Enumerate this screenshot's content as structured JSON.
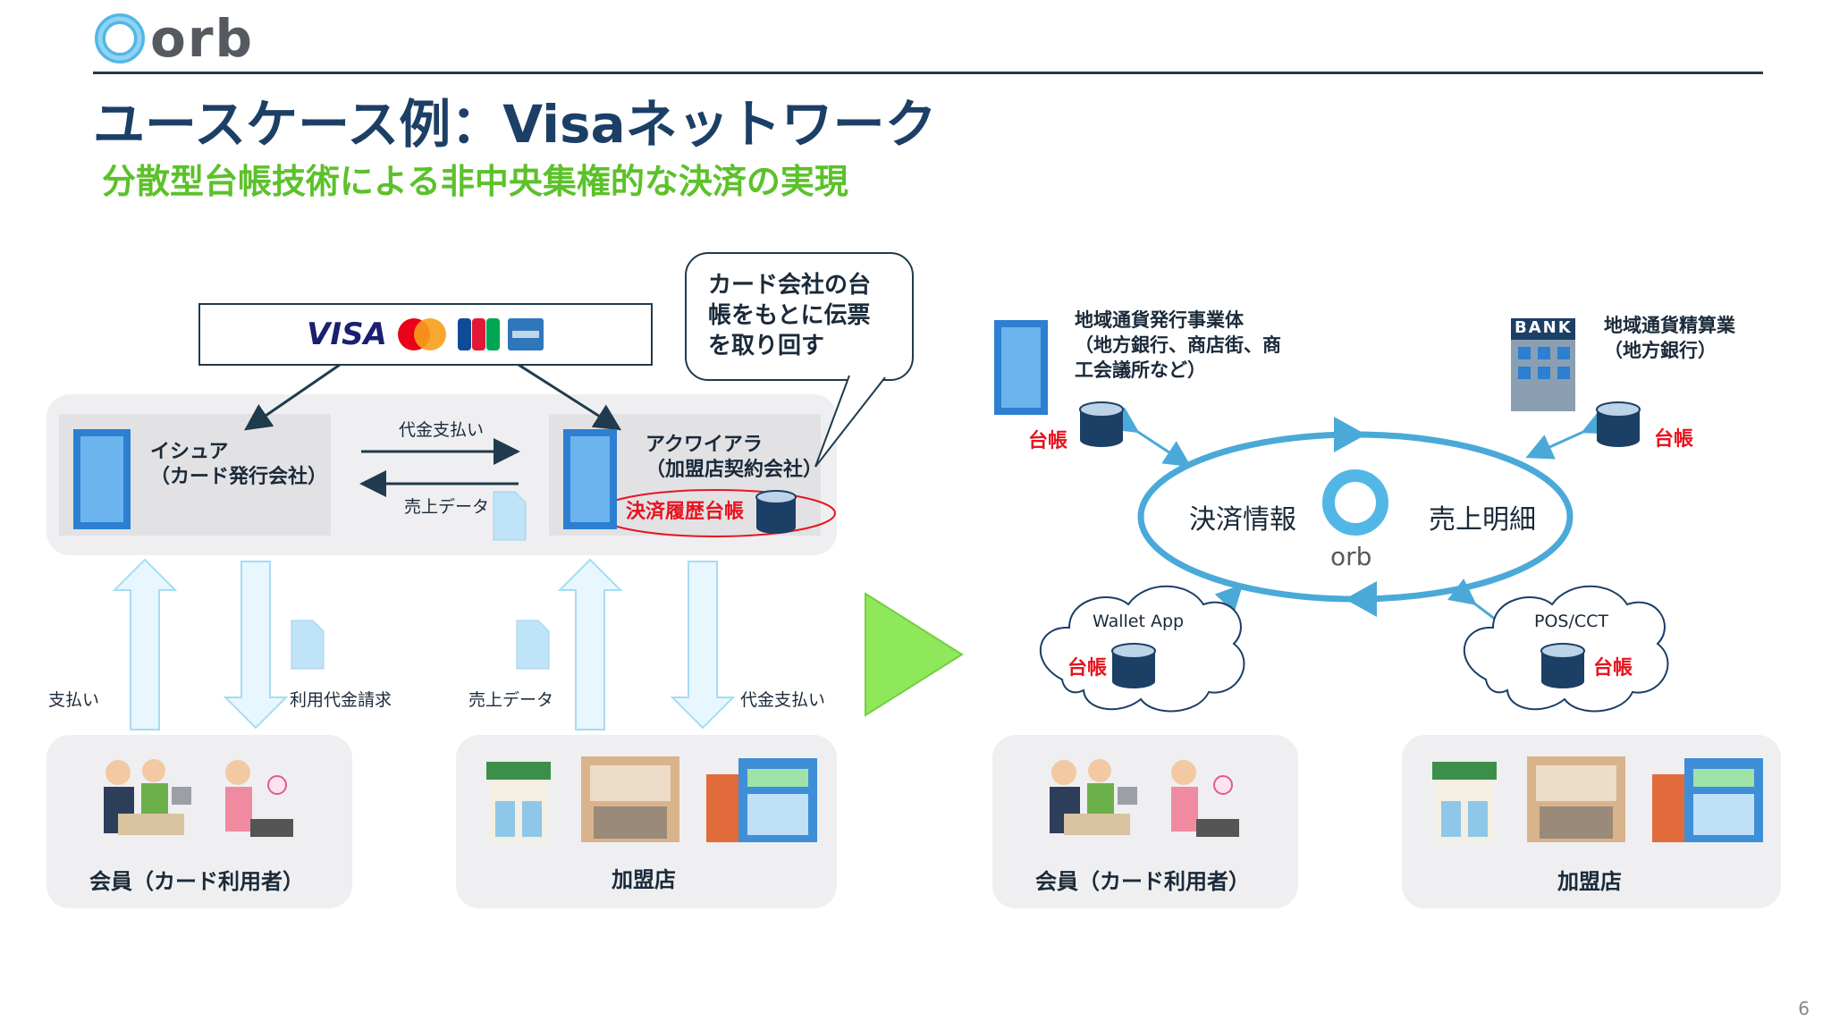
{
  "header": {
    "logo_text": "orb",
    "title": "ユースケース例：Visaネットワーク",
    "subtitle": "分散型台帳技術による非中央集権的な決済の実現"
  },
  "left": {
    "card_brands": [
      "VISA",
      "MasterCard",
      "JCB",
      "AMEX"
    ],
    "bubble": "カード会社の台\n帳をもとに伝票\nを取り回す",
    "issuer": "イシュア\n（カード発行会社）",
    "acquirer": "アクワイアラ\n（加盟店契約会社）",
    "payment_ledger": "決済履歴台帳",
    "arrow_payment": "代金支払い",
    "arrow_sales": "売上データ",
    "member_pay": "支払い",
    "usage_bill": "利用代金請求",
    "merchant_sales": "売上データ",
    "merchant_payment": "代金支払い",
    "member_label": "会員（カード利用者）",
    "merchant_label": "加盟店"
  },
  "right": {
    "issuer_body": "地域通貨発行事業体\n（地方銀行、商店街、商\n工会議所など）",
    "settlement": "地域通貨精算業\n（地方銀行）",
    "bank_sign": "BANK",
    "ledger": "台帳",
    "payment_info": "決済情報",
    "sales_detail": "売上明細",
    "orb": "orb",
    "wallet": "Wallet App",
    "pos": "POS/CCT",
    "member_label": "会員（カード利用者）",
    "merchant_label": "加盟店"
  },
  "page_number": "6",
  "colors": {
    "title": "#1c3f66",
    "subtitle": "#5cc12a",
    "ring": "#4aa9d8",
    "ledger_red": "#e8141f",
    "play_green": "#8fe85a"
  }
}
